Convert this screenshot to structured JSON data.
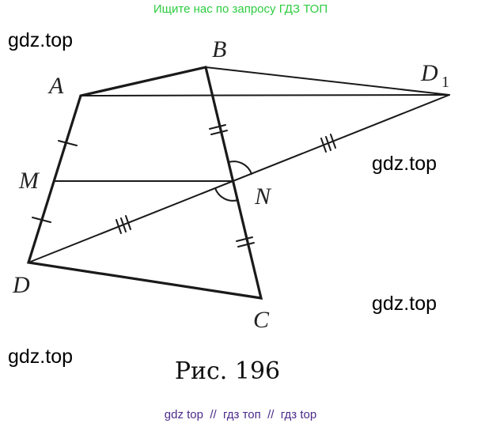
{
  "banner": "Ищите нас по запросу ГДЗ ТОП",
  "watermarks": [
    "gdz.top",
    "gdz.top",
    "gdz.top",
    "gdz.top"
  ],
  "points": {
    "A": "A",
    "B": "B",
    "D1": "D",
    "D1_sub": "1",
    "M": "M",
    "N": "N",
    "D": "D",
    "C": "C"
  },
  "caption": "Рис. 196",
  "footer": "gdz top  //  гдз топ  //  гдз top"
}
